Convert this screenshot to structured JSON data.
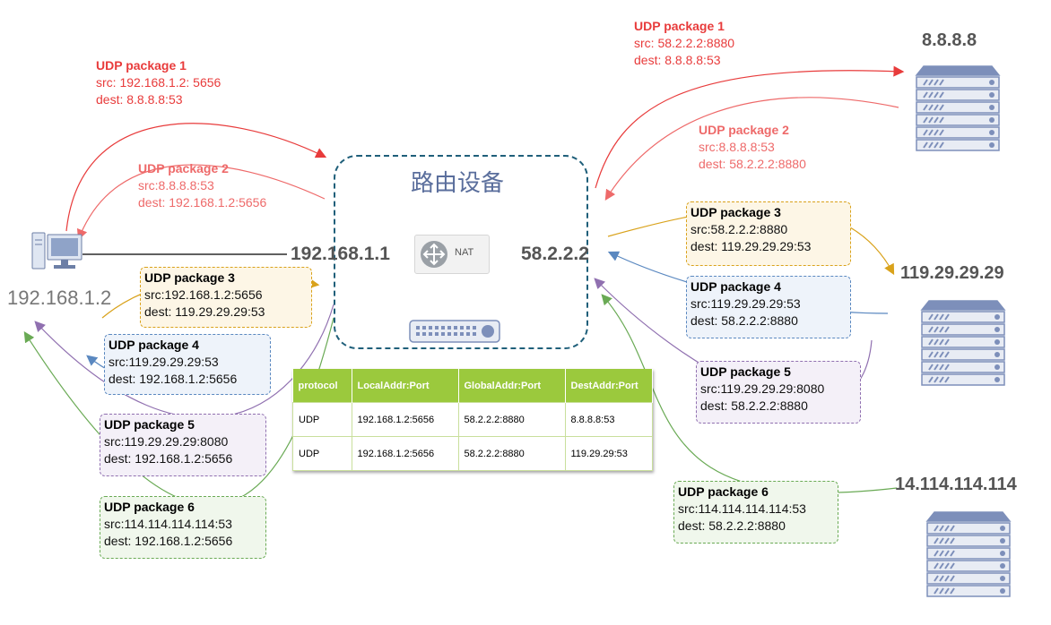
{
  "router": {
    "title": "路由设备",
    "lan_ip": "192.168.1.1",
    "wan_ip": "58.2.2.2",
    "nat_label": "NAT"
  },
  "hosts": {
    "client": "192.168.1.2",
    "dns1": "8.8.8.8",
    "dns2": "119.29.29.29",
    "dns3": "14.114.114.114"
  },
  "left_packets": [
    {
      "title": "UDP package 1",
      "src": "src: 192.168.1.2: 5656",
      "dest": "dest: 8.8.8.8:53"
    },
    {
      "title": "UDP package 2",
      "src": "src:8.8.8.8:53",
      "dest": "dest: 192.168.1.2:5656"
    },
    {
      "title": "UDP package 3",
      "src": "src:192.168.1.2:5656",
      "dest": "dest: 119.29.29.29:53"
    },
    {
      "title": "UDP package 4",
      "src": "src:119.29.29.29:53",
      "dest": "dest: 192.168.1.2:5656"
    },
    {
      "title": "UDP package 5",
      "src": "src:119.29.29.29:8080",
      "dest": "dest: 192.168.1.2:5656"
    },
    {
      "title": "UDP package 6",
      "src": "src:114.114.114.114:53",
      "dest": "dest: 192.168.1.2:5656"
    }
  ],
  "right_packets": [
    {
      "title": "UDP package 1",
      "src": "src: 58.2.2.2:8880",
      "dest": "dest: 8.8.8.8:53"
    },
    {
      "title": "UDP package 2",
      "src": "src:8.8.8.8:53",
      "dest": "dest: 58.2.2.2:8880"
    },
    {
      "title": "UDP package 3",
      "src": "src:58.2.2.2:8880",
      "dest": "dest: 119.29.29.29:53"
    },
    {
      "title": "UDP package 4",
      "src": "src:119.29.29.29:53",
      "dest": "dest: 58.2.2.2:8880"
    },
    {
      "title": "UDP package 5",
      "src": "src:119.29.29.29:8080",
      "dest": "dest: 58.2.2.2:8880"
    },
    {
      "title": "UDP package 6",
      "src": "src:114.114.114.114:53",
      "dest": "dest: 58.2.2.2:8880"
    }
  ],
  "nat_table": {
    "headers": [
      "protocol",
      "LocalAddr:Port",
      "GlobalAddr:Port",
      "DestAddr:Port"
    ],
    "rows": [
      [
        "UDP",
        "192.168.1.2:5656",
        "58.2.2.2:8880",
        "8.8.8.8:53"
      ],
      [
        "UDP",
        "192.168.1.2:5656",
        "58.2.2.2:8880",
        "119.29.29:53"
      ]
    ]
  },
  "colors": {
    "pkg1": "#e83b3b",
    "pkg2": "#ee6a6a",
    "pkg3": "#d9a21b",
    "pkg4": "#5a88c0",
    "pkg5": "#9070b0",
    "pkg6": "#6aaa55",
    "router_border": "#1f5f7a",
    "table_header": "#9bc93d",
    "server": "#7d8fba"
  }
}
